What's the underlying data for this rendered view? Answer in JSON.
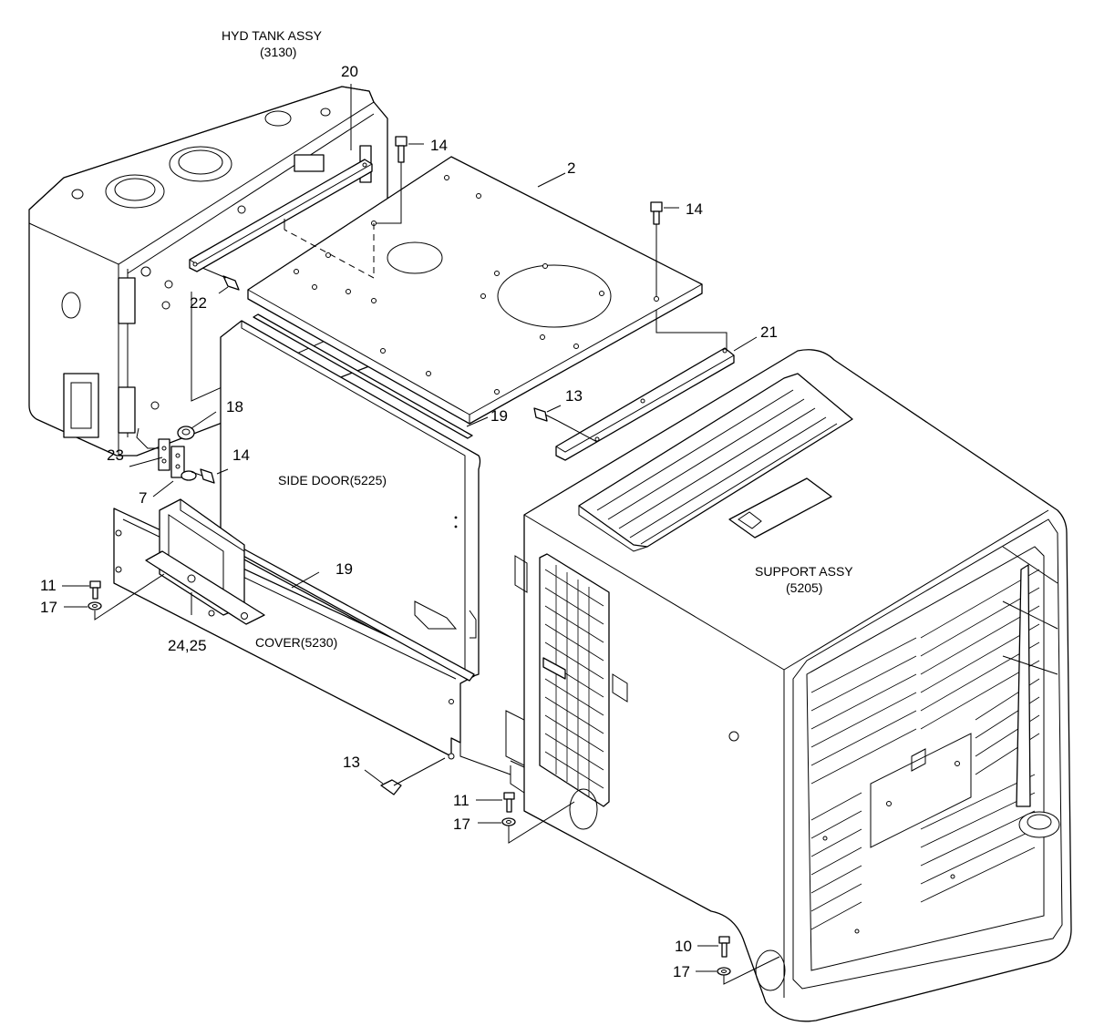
{
  "assemblies": {
    "hyd_tank": {
      "name": "HYD TANK ASSY",
      "code": "(3130)"
    },
    "side_door": {
      "name": "SIDE DOOR(5225)"
    },
    "support": {
      "name": "SUPPORT ASSY",
      "code": "(5205)"
    },
    "cover": {
      "name": "COVER(5230)"
    }
  },
  "callouts": {
    "c20": "20",
    "c14a": "14",
    "c2": "2",
    "c14b": "14",
    "c22": "22",
    "c21": "21",
    "c13a": "13",
    "c18": "18",
    "c19a": "19",
    "c23": "23",
    "c14c": "14",
    "c7": "7",
    "c19b": "19",
    "c11a": "11",
    "c17a": "17",
    "c2425": "24,25",
    "c13b": "13",
    "c11b": "11",
    "c17b": "17",
    "c10": "10",
    "c17c": "17"
  }
}
